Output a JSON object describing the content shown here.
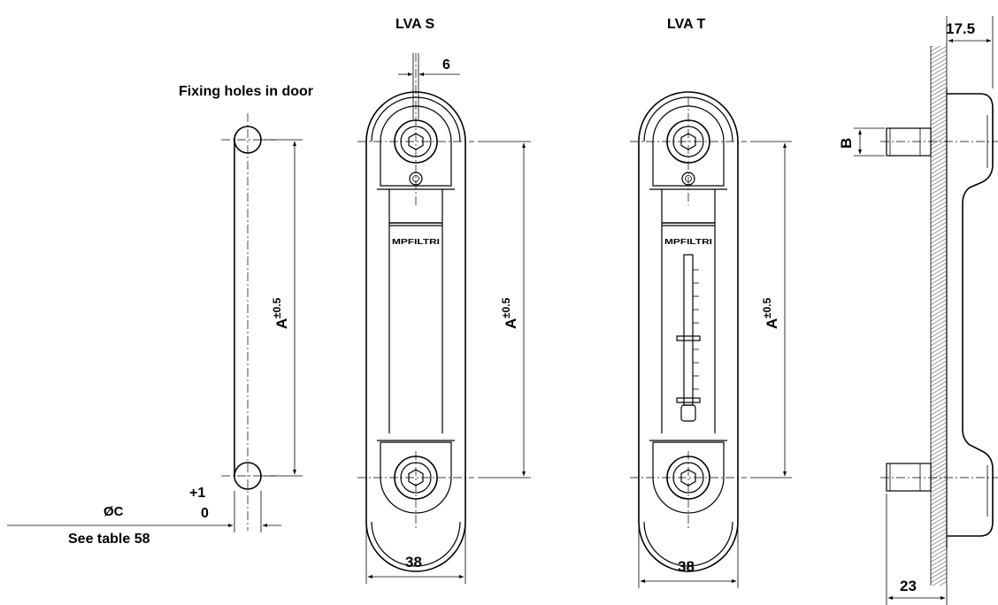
{
  "labels": {
    "lva_s_title": "LVA S",
    "lva_t_title": "LVA T",
    "fixing_holes": "Fixing holes in door",
    "dim_a": "A",
    "dim_a_tol": "±0.5",
    "dim_6": "6",
    "dim_38_s": "38",
    "dim_38_t": "38",
    "dim_17_5": "17.5",
    "dim_23": "23",
    "dim_b": "B",
    "tol_plus": "+1",
    "tol_zero": "0",
    "dia_c": "ØC",
    "see_table": "See table 58",
    "brand_s": "MPFILTRI",
    "brand_t": "MPFILTRI"
  }
}
